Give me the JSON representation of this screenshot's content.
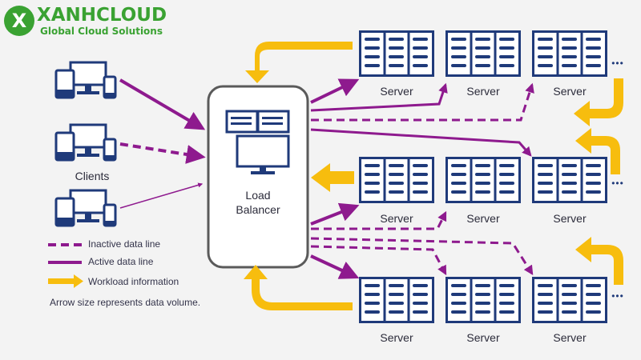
{
  "brand": {
    "wordmark": "XANHCLOUD",
    "tagline": "Global Cloud Solutions",
    "logo_letter": "X",
    "color": "#3aa232"
  },
  "clients_label": "Clients",
  "load_balancer": {
    "line1": "Load",
    "line2": "Balancer"
  },
  "server_label": "Server",
  "ellipsis": "•••",
  "legend": {
    "inactive": "Inactive data line",
    "active": "Active data line",
    "workload": "Workload information",
    "note": "Arrow size represents data volume."
  },
  "colors": {
    "navy": "#1f3a7a",
    "purple": "#8e1a8e",
    "yellow": "#f7bd0e",
    "box_border": "#5a5a5a"
  }
}
